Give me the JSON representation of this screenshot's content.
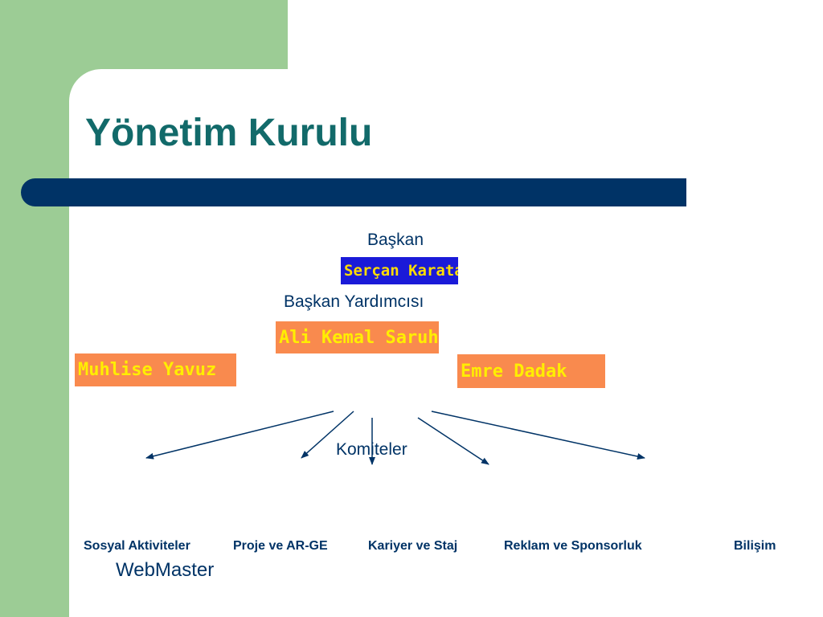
{
  "slide": {
    "title": "Yönetim Kurulu",
    "colors": {
      "title": "#126a6a",
      "bar": "#003366",
      "green_panel": "#9ccc95",
      "text": "#003366"
    }
  },
  "board": {
    "president_label": "Başkan",
    "president_name": "Serçan Karataş",
    "vice_label": "Başkan Yardımcısı",
    "vice_name": "Ali Kemal Saruhan",
    "left_name": "Muhlise Yavuz",
    "right_name": "Emre Dadak"
  },
  "committees": {
    "label": "Komiteler",
    "items": [
      "Sosyal Aktiviteler",
      "Proje ve AR-GE",
      "Kariyer ve Staj",
      "Reklam ve Sponsorluk",
      "Bilişim"
    ],
    "extra": "WebMaster"
  }
}
